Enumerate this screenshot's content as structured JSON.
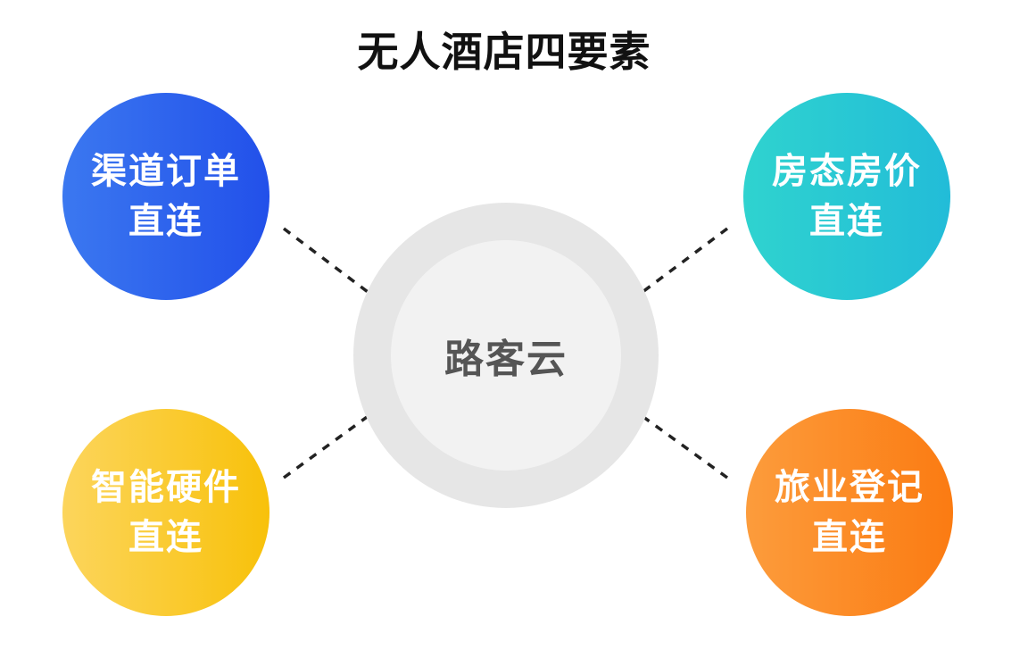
{
  "title": "无人酒店四要素",
  "hub": {
    "label": "路客云",
    "outer_color": "#e6e6e6",
    "inner_color": "#f2f2f2"
  },
  "nodes": [
    {
      "position": "top-left",
      "line1": "渠道订单",
      "line2": "直连",
      "color": "#2e62ed"
    },
    {
      "position": "top-right",
      "line1": "房态房价",
      "line2": "直连",
      "color": "#27c9d3"
    },
    {
      "position": "bottom-left",
      "line1": "智能硬件",
      "line2": "直连",
      "color": "#f9c822"
    },
    {
      "position": "bottom-right",
      "line1": "旅业登记",
      "line2": "直连",
      "color": "#fb8a24"
    }
  ],
  "connector_style": "dashed"
}
